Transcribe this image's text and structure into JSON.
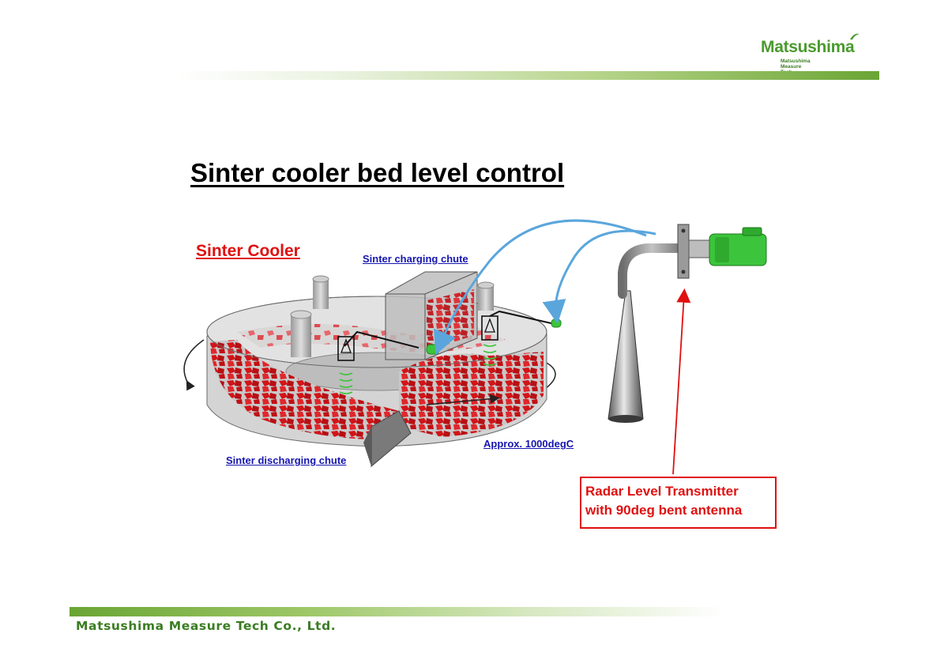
{
  "header": {
    "logo_name": "Matsushima",
    "logo_subtitle": "Matsushima Measure Tech"
  },
  "slide": {
    "title": "Sinter cooler bed level control"
  },
  "diagram": {
    "cooler_label": "Sinter Cooler",
    "charging_chute_label": "Sinter charging chute",
    "discharging_chute_label": "Sinter discharging chute",
    "temperature_label": "Approx. 1000degC",
    "radar_label_line1": "Radar Level Transmitter",
    "radar_label_line2": "with 90deg bent antenna"
  },
  "footer": {
    "company": "Matsushima Measure Tech Co., Ltd."
  },
  "colors": {
    "brand_green": "#4a9a2e",
    "label_red": "#e01010",
    "label_blue": "#1616b0",
    "sinter_red": "#d4141c",
    "arrow_blue": "#5aa6dc",
    "sensor_green": "#3cc43c"
  }
}
